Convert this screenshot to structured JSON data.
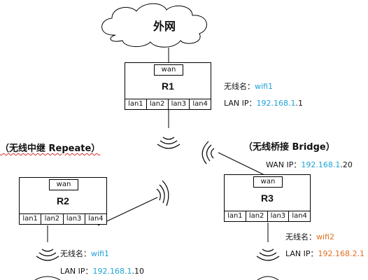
{
  "cloud": {
    "label": "外网"
  },
  "r1": {
    "name": "R1",
    "wan": "wan",
    "lans": [
      "lan1",
      "lan2",
      "lan3",
      "lan4"
    ],
    "ssid_label": "无线名：",
    "ssid": "wifi1",
    "ip_label": "LAN IP：",
    "ip_prefix": "192.168.",
    "ip_mid": "1",
    "ip_suffix": ".1"
  },
  "r2": {
    "name": "R2",
    "wan": "wan",
    "lans": [
      "lan1",
      "lan2",
      "lan3",
      "lan4"
    ],
    "mode_heading": "（无线中继 Repeate）",
    "ssid_label": "无线名：",
    "ssid": "wifi1",
    "ip_label": "LAN IP：",
    "ip_prefix": "192.168.",
    "ip_mid": "1",
    "ip_suffix": ".10"
  },
  "r3": {
    "name": "R3",
    "wan": "wan",
    "lans": [
      "lan1",
      "lan2",
      "lan3",
      "lan4"
    ],
    "mode_heading": "（无线桥接 Bridge）",
    "wan_ip_label": "WAN IP：",
    "wan_ip_prefix": "192.168.",
    "wan_ip_mid": "1",
    "wan_ip_suffix": ".20",
    "ssid_label": "无线名：",
    "ssid": "wifi2",
    "ip_label": "LAN IP：",
    "ip": "192.168.2.1"
  },
  "colors": {
    "link_blue": "#1fa3d6",
    "orange": "#e07020",
    "wavy_underline": "#d03030"
  }
}
